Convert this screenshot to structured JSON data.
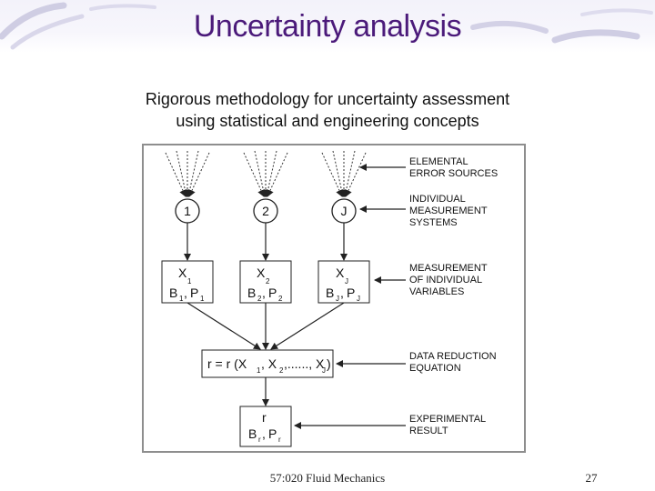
{
  "slide": {
    "title": "Uncertainty analysis",
    "subtitle_line1": "Rigorous methodology for uncertainty assessment",
    "subtitle_line2": "using statistical and engineering concepts",
    "footer": "57:020 Fluid Mechanics",
    "page_number": "27"
  },
  "diagram": {
    "labels": {
      "elemental_1": "ELEMENTAL",
      "elemental_2": "ERROR SOURCES",
      "individual_1": "INDIVIDUAL",
      "individual_2": "MEASUREMENT",
      "individual_3": "SYSTEMS",
      "measurement_1": "MEASUREMENT",
      "measurement_2": "OF INDIVIDUAL",
      "measurement_3": "VARIABLES",
      "reduction_1": "DATA REDUCTION",
      "reduction_2": "EQUATION",
      "result_1": "EXPERIMENTAL",
      "result_2": "RESULT"
    },
    "nodes": {
      "n1": "1",
      "n2": "2",
      "nJ": "J"
    },
    "var_boxes": {
      "x": "X",
      "b": "B",
      "p": "P",
      "sub1": "1",
      "sub2": "2",
      "subJ": "J",
      "comma": ","
    },
    "equation": {
      "lhs": "r = r (X",
      "sep1": ", X",
      "dots": ",......, X",
      "close": ")",
      "s1": "1",
      "s2": "2",
      "sJ": "J"
    },
    "result": {
      "r": "r",
      "b": "B",
      "p": "P",
      "sub": "r",
      "comma": ","
    }
  }
}
